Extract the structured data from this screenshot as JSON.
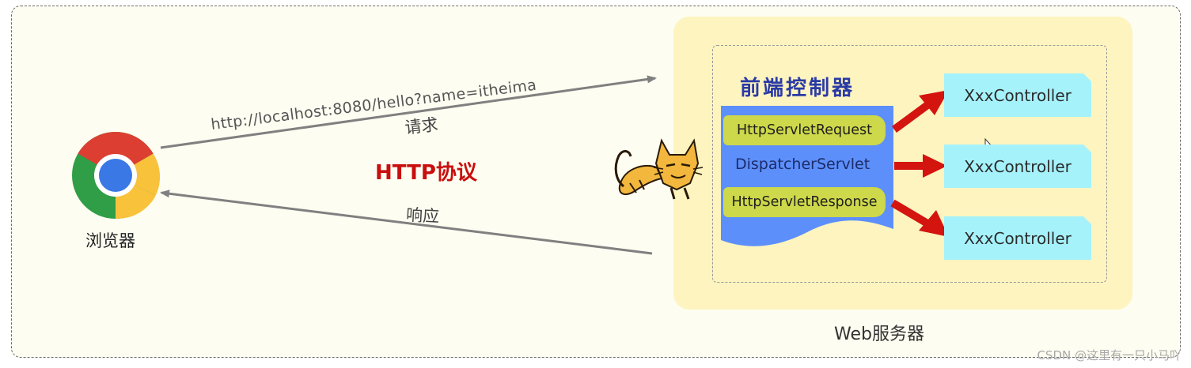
{
  "browser": {
    "label": "浏览器"
  },
  "request": {
    "url": "http://localhost:8080/hello?name=itheima",
    "label": "请求"
  },
  "protocol": {
    "label": "HTTP协议"
  },
  "response": {
    "label": "响应"
  },
  "server": {
    "label": "Web服务器",
    "front_controller": {
      "title": "前端控制器",
      "request_obj": "HttpServletRequest",
      "servlet": "DispatcherServlet",
      "response_obj": "HttpServletResponse"
    },
    "controllers": [
      "XxxController",
      "XxxController",
      "XxxController"
    ]
  },
  "icons": {
    "browser": "chrome-icon",
    "server": "tomcat-icon",
    "cursor": "mouse-cursor-icon"
  },
  "colors": {
    "protocol": "#c90e0e",
    "dispatcher_block": "#5d8ffa",
    "pill": "#cdd84a",
    "controller": "#a5f2fb",
    "arrow_red": "#d4140f",
    "server_panel": "#fdf4bf"
  },
  "watermark": "CSDN @这里有一只小马吖"
}
